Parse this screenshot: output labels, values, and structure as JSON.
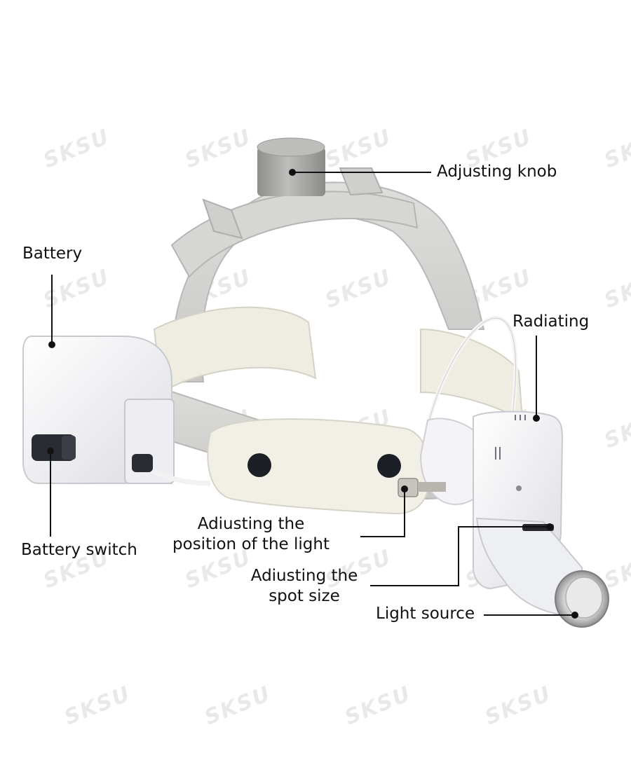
{
  "watermark": {
    "text": "SKSU"
  },
  "labels": {
    "adjusting_knob": "Adjusting knob",
    "battery": "Battery",
    "radiating": "Radiating",
    "battery_switch": "Battery switch",
    "adjusting_position_line1": "Adiusting the",
    "adjusting_position_line2": "position of the light",
    "adjusting_spot_line1": "Adiusting the",
    "adjusting_spot_line2": "spot size",
    "light_source": "Light source"
  },
  "colors": {
    "headband": "#d9d9d7",
    "headband_shade": "#c4c4c2",
    "pad": "#efede2",
    "white_plastic": "#f7f7f9",
    "knob": "#a9a9a7",
    "callout": "#111111"
  }
}
